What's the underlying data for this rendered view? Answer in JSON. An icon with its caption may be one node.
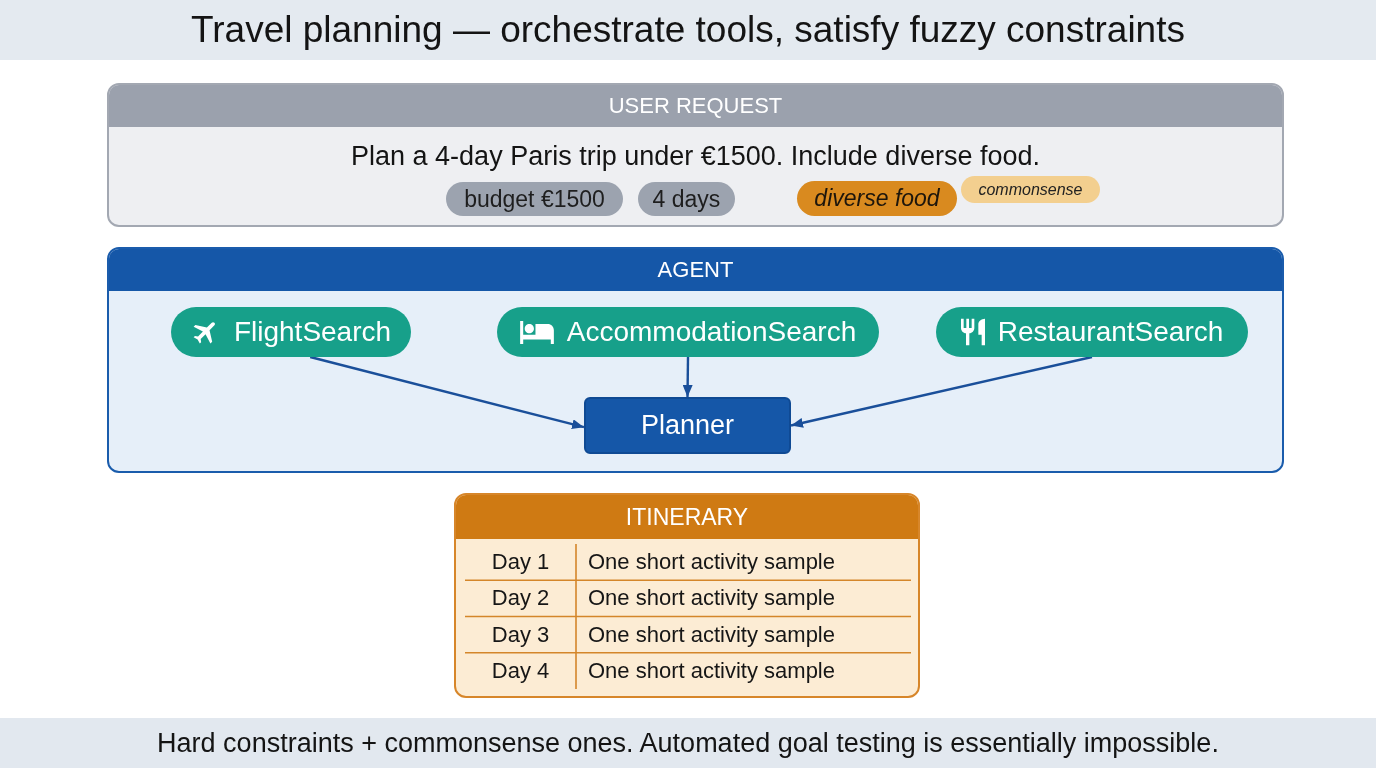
{
  "diagram": {
    "title": "Travel planning — orchestrate tools, satisfy fuzzy constraints",
    "caption": "Hard constraints + commonsense ones. Automated goal testing is essentially impossible.",
    "nodes": [
      {
        "text": [
          "USER REQUEST",
          "Plan a 4-day Paris trip under €1500. Include diverse food."
        ]
      },
      {
        "text": [
          "budget €1500"
        ],
        "in": 0
      },
      {
        "text": [
          "4 days"
        ],
        "in": 0
      },
      {
        "text": [
          "diverse food"
        ],
        "in": 0
      },
      {
        "text": [
          "commonsense"
        ],
        "in": 0
      },
      {
        "text": [
          "AGENT"
        ]
      },
      {
        "text": [
          "FlightSearch"
        ],
        "in": 5
      },
      {
        "text": [
          "AccommodationSearch"
        ],
        "in": 5
      },
      {
        "text": [
          "RestaurantSearch"
        ],
        "in": 5
      },
      {
        "text": [
          "Planner"
        ],
        "in": 5
      },
      {
        "text": [
          "ITINERARY",
          "Day 1",
          "One short activity sample",
          "Day 2",
          "One short activity sample",
          "Day 3",
          "One short activity sample",
          "Day 4",
          "One short activity sample"
        ]
      }
    ],
    "edges": [
      {
        "from": 6,
        "to": 9,
        "arrow": "to"
      },
      {
        "from": 7,
        "to": 9,
        "arrow": "to"
      },
      {
        "from": 8,
        "to": 9,
        "arrow": "to"
      }
    ]
  }
}
